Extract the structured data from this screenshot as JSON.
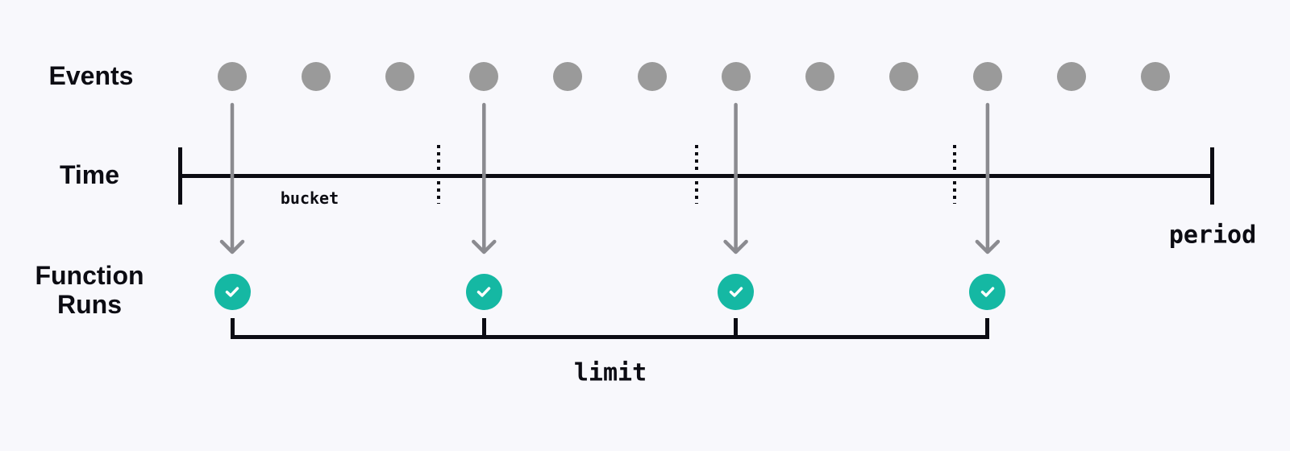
{
  "colors": {
    "background": "#F8F8FC",
    "ink": "#0C0C13",
    "event_dot": "#9A9A9A",
    "arrow": "#8B8B90",
    "run_fill": "#15B8A3",
    "run_check": "#FFFFFF"
  },
  "rows": {
    "events_label": "Events",
    "time_label": "Time",
    "function_runs_label": "Function Runs"
  },
  "annotations": {
    "bucket_label": "bucket",
    "period_label": "period",
    "limit_label": "limit"
  },
  "events": {
    "count": 12,
    "triggering_indices": [
      0,
      3,
      6,
      9
    ]
  },
  "timeline": {
    "bucket_count": 4
  },
  "function_runs": {
    "count": 4
  }
}
